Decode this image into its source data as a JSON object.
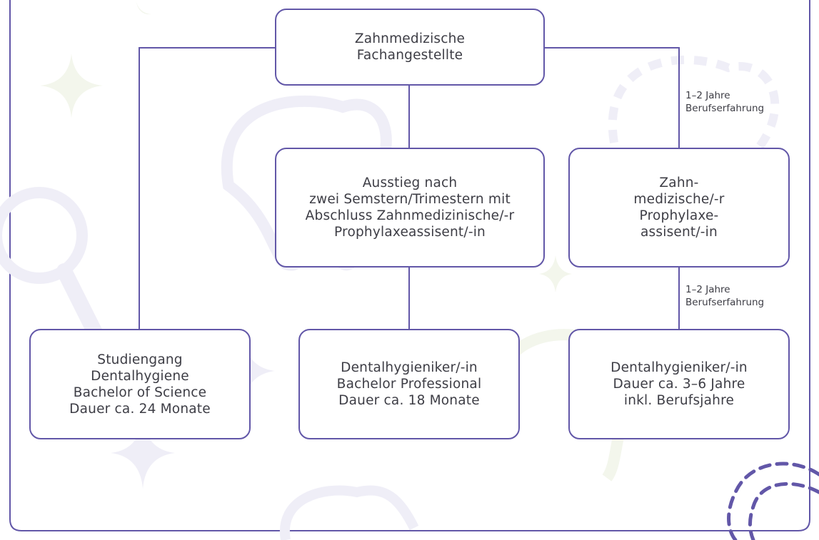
{
  "colors": {
    "line": "#6257a8",
    "text": "#3d3d45",
    "deco_purple": "#efeef7",
    "deco_green": "#f3f6ec"
  },
  "icons": [
    "tooth-icon",
    "sparkle-icon",
    "magnifier-icon",
    "dashed-swirl-icon"
  ],
  "boxes": {
    "root": [
      "Zahnmedizische",
      "Fachangestellte"
    ],
    "middle": [
      "Ausstieg nach",
      "zwei Semstern/Trimestern mit",
      "Abschluss Zahnmedizinische/-r",
      "Prophylaxeassisent/-in"
    ],
    "right_mid": [
      "Zahn-",
      "medizische/-r",
      "Prophylaxe-",
      "assisent/-in"
    ],
    "bottom_left": [
      "Studiengang",
      "Dentalhygiene",
      "Bachelor of Science",
      "Dauer ca. 24 Monate"
    ],
    "bottom_mid": [
      "Dentalhygieniker/-in",
      "Bachelor Professional",
      "Dauer ca. 18 Monate"
    ],
    "bottom_right": [
      "Dentalhygieniker/-in",
      "Dauer ca. 3–6 Jahre",
      "inkl. Berufsjahre"
    ]
  },
  "notes": {
    "upper": [
      "1–2 Jahre",
      "Berufserfahrung"
    ],
    "lower": [
      "1–2 Jahre",
      "Berufserfahrung"
    ]
  }
}
